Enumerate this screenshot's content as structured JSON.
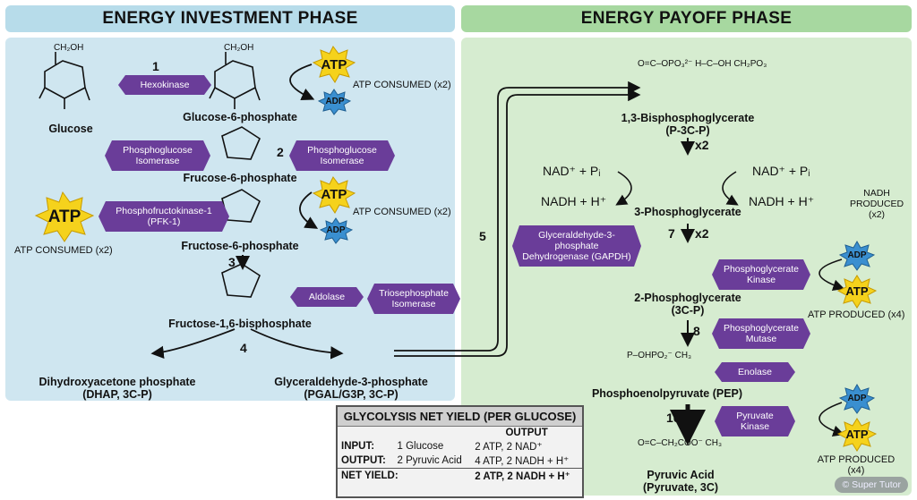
{
  "phases": {
    "investment": "ENERGY INVESTMENT PHASE",
    "payoff": "ENERGY PAYOFF PHASE"
  },
  "molecules": {
    "glucose": "Glucose",
    "g6p": "Glucose-6-phosphate",
    "f6p_a": "Frucose-6-phosphate",
    "f6p_b": "Fructose-6-phosphate",
    "f16bp": "Fructose-1,6-bisphosphate",
    "dhap": "Dihydroxyacetone phosphate",
    "dhap_sub": "(DHAP, 3C-P)",
    "g3p": "Glyceraldehyde-3-phosphate",
    "g3p_sub": "(PGAL/G3P, 3C-P)",
    "bpg": "1,3-Bisphosphoglycerate",
    "bpg_sub": "(P-3C-P)",
    "pg3": "3-Phosphoglycerate",
    "pg2": "2-Phosphoglycerate",
    "pg2_sub": "(3C-P)",
    "pep": "Phosphoenolpyruvate (PEP)",
    "pyr": "Pyruvic Acid",
    "pyr_sub": "(Pyruvate, 3C)"
  },
  "enzymes": {
    "hexokinase": "Hexokinase",
    "pgi_left": "Phosphoglucose Isomerase",
    "pgi_right": "Phosphoglucose Isomerase",
    "pfk": "Phosphofructokinase-1 (PFK-1)",
    "aldolase": "Aldolase",
    "tpi": "Triosephosphate Isomerase",
    "gapdh": "Glyceraldehyde-3-phosphate Dehydrogenase (GAPDH)",
    "pgk": "Phosphoglycerate Kinase",
    "pgm": "Phosphoglycerate Mutase",
    "enolase": "Enolase",
    "pk": "Pyruvate Kinase"
  },
  "steps": {
    "s1": "1",
    "s2": "2",
    "s3": "3",
    "s4": "4",
    "s5": "5",
    "s6": "x2",
    "s7": "7",
    "s7x": "x2",
    "s8": "8",
    "s10": "10"
  },
  "energy": {
    "atp": "ATP",
    "adp": "ADP",
    "atp_consumed_1": "ATP CONSUMED (x2)",
    "atp_consumed_2": "ATP CONSUMED (x2)",
    "atp_consumed_3": "ATP CONSUMED (x2)",
    "nad_left": "NAD⁺ + Pᵢ",
    "nadh_left": "NADH + H⁺",
    "nad_right": "NAD⁺ + Pᵢ",
    "nadh_right": "NADH + H⁺",
    "nadh_produced": "NADH PRODUCED (x2)",
    "atp_produced_1": "ATP PRODUCED (x4)",
    "atp_produced_2": "ATP PRODUCED (x4)"
  },
  "yield_table": {
    "title": "GLYCOLYSIS NET YIELD (PER GLUCOSE)",
    "output_header": "OUTPUT",
    "rows": [
      {
        "label": "INPUT:",
        "mid": "1 Glucose",
        "out": "2 ATP, 2 NAD⁺"
      },
      {
        "label": "OUTPUT:",
        "mid": "2 Pyruvic Acid",
        "out": "4 ATP, 2 NADH + H⁺"
      }
    ],
    "net_label": "NET YIELD:",
    "net_value": "2 ATP, 2 NADH + H⁺"
  },
  "watermark": "© Super Tutor",
  "colors": {
    "investment_bg": "#cfe6f0",
    "payoff_bg": "#d6ecd0",
    "investment_bar": "#b7dcea",
    "payoff_bar": "#a7d8a0",
    "enzyme": "#6a3d99",
    "atp": "#f5d21c",
    "adp": "#3a8fd0"
  }
}
